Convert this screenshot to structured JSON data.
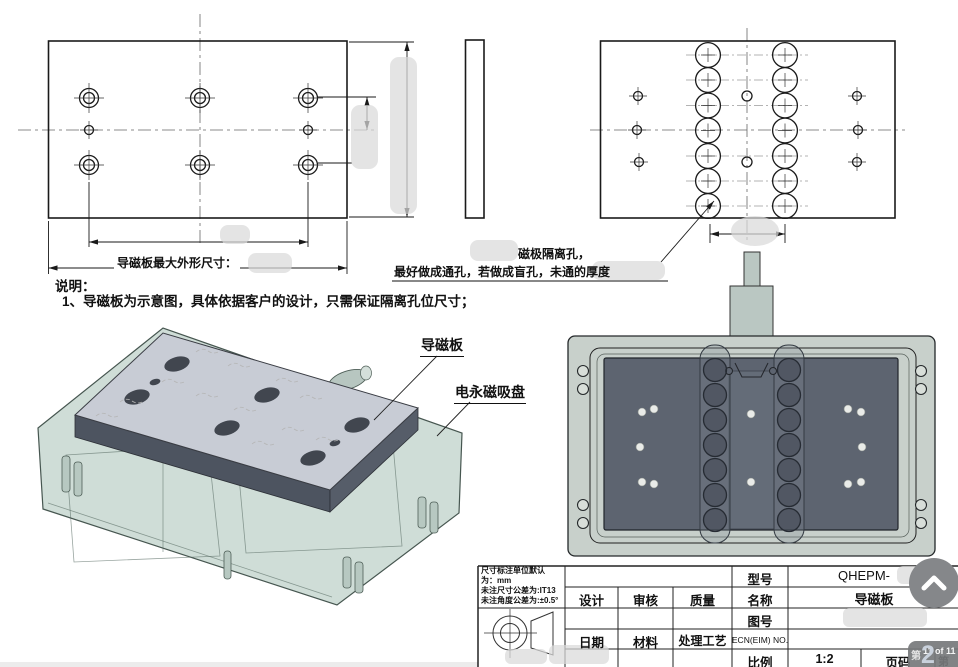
{
  "drawing": {
    "notes_heading": "说明：",
    "note_1": "1、导磁板为示意图，具体依据客户的设计，只需保证隔离孔位尺寸；",
    "outer_dim_label": "导磁板最大外形尺寸：",
    "hole_note_line1": "磁极隔离孔，",
    "hole_note_line2": "最好做成通孔，若做成盲孔，未通的厚度",
    "plate_label": "导磁板",
    "chuck_label": "电永磁吸盘"
  },
  "title_block": {
    "default_unit_line1": "尺寸标注单位默认",
    "default_unit_line2": "为：mm",
    "tolerance_line": "未注尺寸公差为:IT13",
    "angle_tolerance_line": "未注角度公差为:±0.5°",
    "design_label": "设计",
    "review_label": "审核",
    "quality_label": "质量",
    "model_label": "型号",
    "model_value": "QHEPM-",
    "name_label": "名称",
    "name_value": "导磁板",
    "drawing_no_label": "图号",
    "date_label": "日期",
    "material_label": "材料",
    "process_label": "处理工艺",
    "ecn_label": "ECN(EIM) NO.",
    "scale_label": "比例",
    "scale_value": "1:2",
    "page_label": "页码",
    "page_prefix": "第"
  },
  "overlay": {
    "back_to_top_icon": "chevron-up",
    "page_current": "2",
    "page_range": "11 of 11",
    "page_prefix": "第"
  },
  "colors": {
    "plate_top": "#c8ccd5",
    "plate_side": "#4d5460",
    "glass_body": "#cddcd5",
    "chassis": "#c8d0cb",
    "dark_plate": "#5d6470",
    "overlay_gray": "#85878a"
  }
}
